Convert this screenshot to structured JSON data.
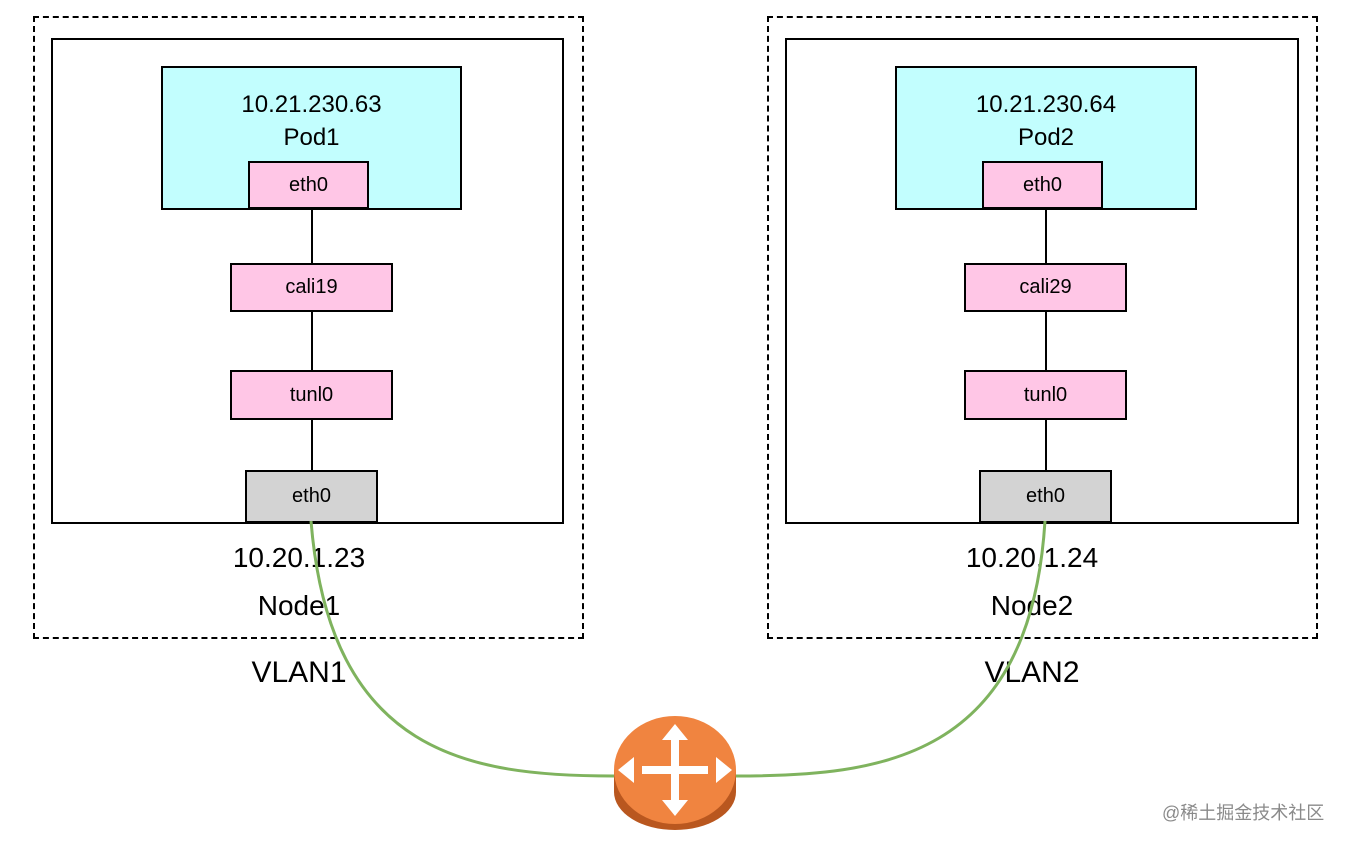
{
  "left": {
    "vlan_label": "VLAN1",
    "node_name": "Node1",
    "node_ip": "10.20.1.23",
    "pod_ip": "10.21.230.63",
    "pod_name": "Pod1",
    "pod_iface": "eth0",
    "veth": "cali19",
    "tunnel": "tunl0",
    "host_iface": "eth0"
  },
  "right": {
    "vlan_label": "VLAN2",
    "node_name": "Node2",
    "node_ip": "10.20.1.24",
    "pod_ip": "10.21.230.64",
    "pod_name": "Pod2",
    "pod_iface": "eth0",
    "veth": "cali29",
    "tunnel": "tunl0",
    "host_iface": "eth0"
  },
  "router": {
    "icon": "router-icon",
    "color": "#f08440"
  },
  "link_color": "#7fb35e",
  "pod_color": "#c2fefe",
  "iface_color": "#ffc6e6",
  "host_iface_color": "#d3d3d3",
  "watermark": "@稀土掘金技术社区"
}
